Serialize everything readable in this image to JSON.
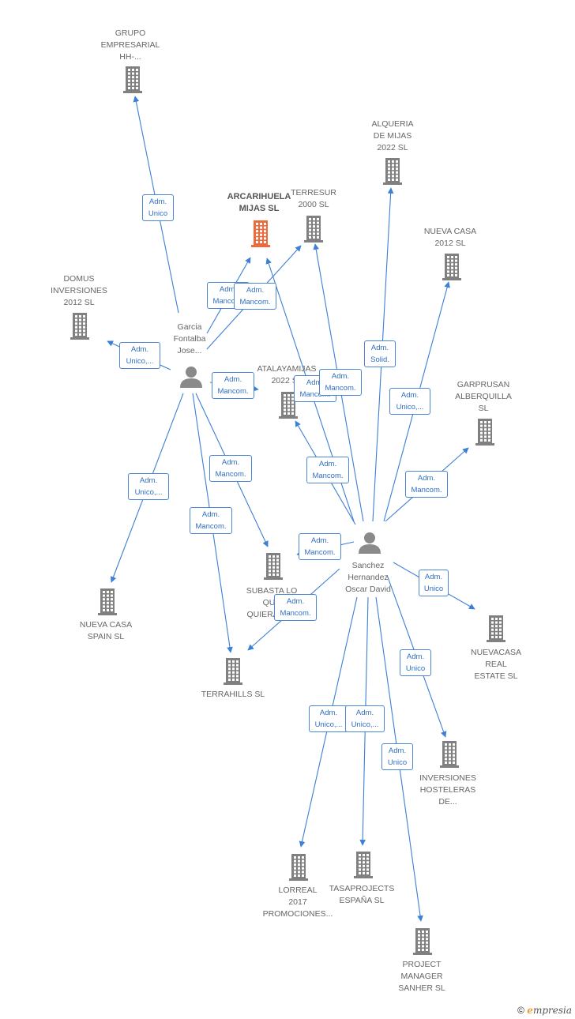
{
  "colors": {
    "edge": "#3b7fd6",
    "company": "#808080",
    "main_company": "#ee6a3b",
    "person": "#8a8a8a",
    "label_border": "#4a86d4",
    "label_text": "#2f6fc2"
  },
  "nodes": [
    {
      "id": "grupo",
      "type": "company",
      "label": "GRUPO\nEMPRESARIAL\nHH-..."
    },
    {
      "id": "arcarihuela",
      "type": "company-main",
      "label": "ARCARIHUELA\nMIJAS  SL"
    },
    {
      "id": "terresur",
      "type": "company",
      "label": "TERRESUR\n2000  SL"
    },
    {
      "id": "alqueria",
      "type": "company",
      "label": "ALQUERIA\nDE MIJAS\n2022  SL"
    },
    {
      "id": "nuevacasa2012",
      "type": "company",
      "label": "NUEVA CASA\n2012 SL"
    },
    {
      "id": "domus",
      "type": "company",
      "label": "DOMUS\nINVERSIONES\n2012 SL"
    },
    {
      "id": "atalaya",
      "type": "company",
      "label": "ATALAYAMIJAS\n2022  SL"
    },
    {
      "id": "garprusan",
      "type": "company",
      "label": "GARPRUSAN\nALBERQUILLA\nSL"
    },
    {
      "id": "subasta",
      "type": "company",
      "label": "SUBASTA LO\nQUE\nQUIERAS SL"
    },
    {
      "id": "nuevacasaspain",
      "type": "company",
      "label": "NUEVA CASA\nSPAIN  SL"
    },
    {
      "id": "terrahills",
      "type": "company",
      "label": "TERRAHILLS  SL"
    },
    {
      "id": "nuevacasareal",
      "type": "company",
      "label": "NUEVACASA\nREAL\nESTATE  SL"
    },
    {
      "id": "inversiones",
      "type": "company",
      "label": "INVERSIONES\nHOSTELERAS\nDE..."
    },
    {
      "id": "lorreal",
      "type": "company",
      "label": "LORREAL\n2017\nPROMOCIONES..."
    },
    {
      "id": "tasaprojects",
      "type": "company",
      "label": "TASAPROJECTS\nESPAÑA  SL"
    },
    {
      "id": "project",
      "type": "company",
      "label": "PROJECT\nMANAGER\nSANHER  SL"
    },
    {
      "id": "garcia",
      "type": "person",
      "label": "Garcia\nFontalba\nJose..."
    },
    {
      "id": "sanchez",
      "type": "person",
      "label": "Sanchez\nHernandez\nOscar David"
    }
  ],
  "edges": [
    {
      "from": "garcia",
      "to": "grupo",
      "label": "Adm.\nUnico"
    },
    {
      "from": "garcia",
      "to": "arcarihuela",
      "label": "Adm.\nMancom."
    },
    {
      "from": "garcia",
      "to": "terresur",
      "label": "Adm.\nMancom."
    },
    {
      "from": "garcia",
      "to": "domus",
      "label": "Adm.\nUnico,..."
    },
    {
      "from": "garcia",
      "to": "atalaya",
      "label": "Adm.\nMancom."
    },
    {
      "from": "garcia",
      "to": "nuevacasaspain",
      "label": "Adm.\nUnico,..."
    },
    {
      "from": "garcia",
      "to": "subasta",
      "label": "Adm.\nMancom."
    },
    {
      "from": "garcia",
      "to": "terrahills",
      "label": "Adm.\nMancom."
    },
    {
      "from": "sanchez",
      "to": "arcarihuela",
      "label": "Adm.\nMancom."
    },
    {
      "from": "sanchez",
      "to": "terresur",
      "label": "Adm.\nMancom."
    },
    {
      "from": "sanchez",
      "to": "alqueria",
      "label": "Adm.\nSolid."
    },
    {
      "from": "sanchez",
      "to": "nuevacasa2012",
      "label": "Adm.\nUnico,..."
    },
    {
      "from": "sanchez",
      "to": "atalaya",
      "label": "Adm.\nMancom."
    },
    {
      "from": "sanchez",
      "to": "garprusan",
      "label": "Adm.\nMancom."
    },
    {
      "from": "sanchez",
      "to": "subasta",
      "label": "Adm.\nMancom."
    },
    {
      "from": "sanchez",
      "to": "terrahills",
      "label": "Adm.\nMancom."
    },
    {
      "from": "sanchez",
      "to": "nuevacasareal",
      "label": "Adm.\nUnico"
    },
    {
      "from": "sanchez",
      "to": "inversiones",
      "label": "Adm.\nUnico"
    },
    {
      "from": "sanchez",
      "to": "lorreal",
      "label": "Adm.\nUnico,..."
    },
    {
      "from": "sanchez",
      "to": "tasaprojects",
      "label": "Adm.\nUnico,..."
    },
    {
      "from": "sanchez",
      "to": "project",
      "label": "Adm.\nUnico"
    }
  ],
  "brand": {
    "copyright": "©",
    "first_letter": "e",
    "rest": "mpresia"
  }
}
